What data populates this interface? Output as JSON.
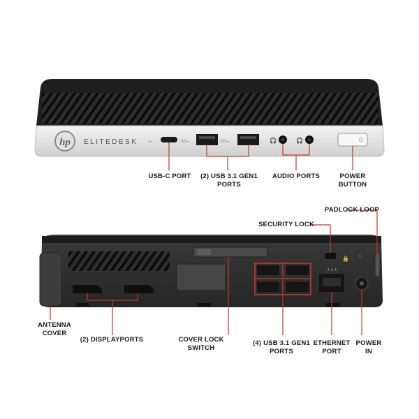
{
  "front": {
    "brand_logo": "hp",
    "model": "ELITEDESK"
  },
  "labels": {
    "usbc": [
      "USB-C PORT"
    ],
    "usb_front": [
      "(2) USB 3.1 GEN1",
      "PORTS"
    ],
    "audio": [
      "AUDIO PORTS"
    ],
    "power_button": [
      "POWER",
      "BUTTON"
    ],
    "padlock": [
      "PADLOCK LOOP"
    ],
    "security": [
      "SECURITY LOCK"
    ],
    "antenna": [
      "ANTENNA",
      "COVER"
    ],
    "displayports": [
      "(2) DISPLAYPORTS"
    ],
    "cover_lock": [
      "COVER LOCK",
      "SWITCH"
    ],
    "usb_rear": [
      "(4) USB 3.1 GEN1",
      "PORTS"
    ],
    "ethernet": [
      "ETHERNET",
      "PORT"
    ],
    "power_in": [
      "POWER",
      "IN"
    ]
  },
  "colors": {
    "callout": "#c0392b",
    "chassis": "#2b2b2b",
    "front_panel": "#e8e8e8"
  }
}
